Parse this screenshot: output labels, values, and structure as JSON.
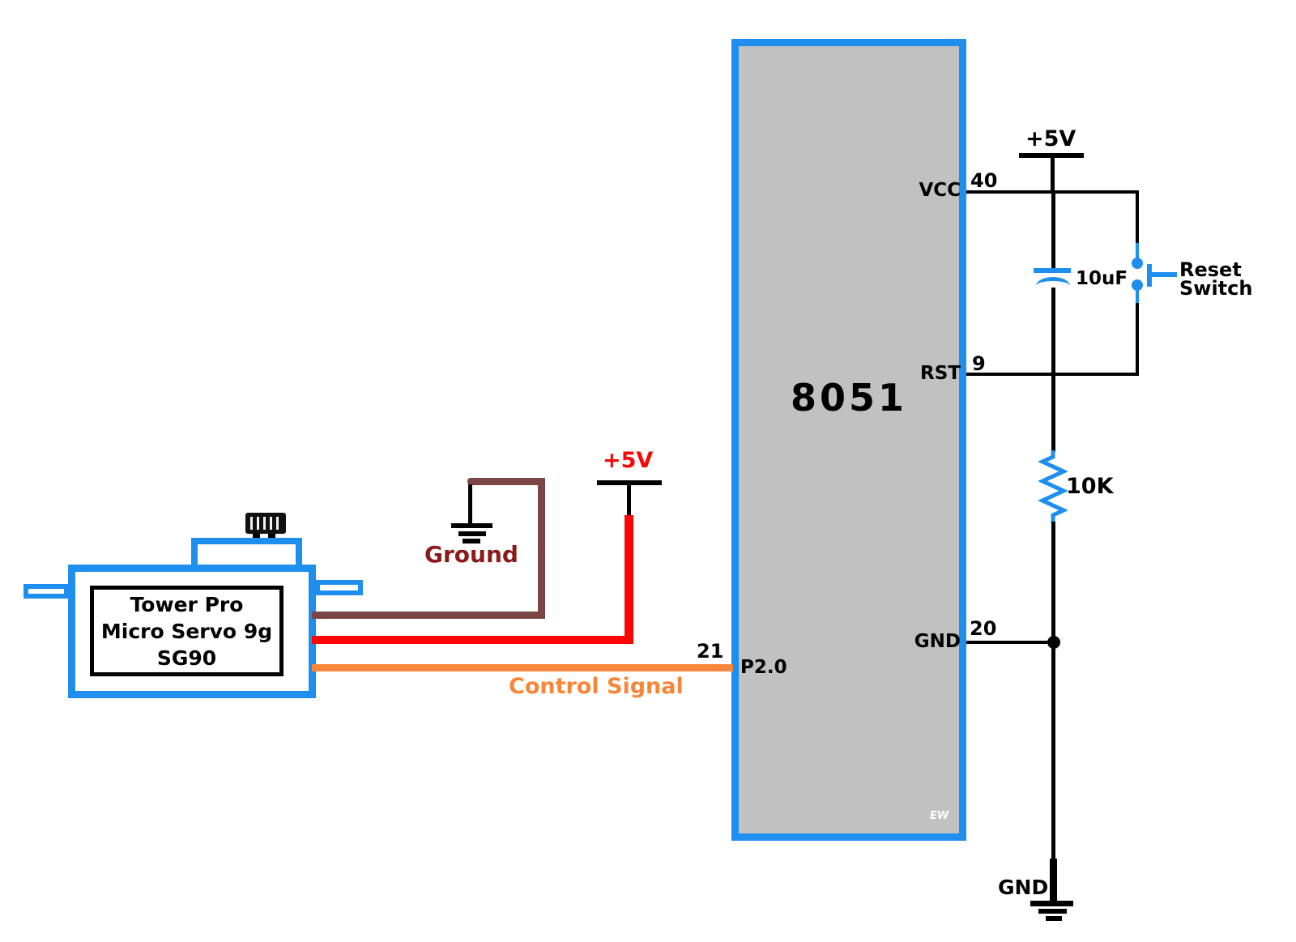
{
  "chip": {
    "label": "8051",
    "watermark": "EW",
    "pins": [
      {
        "name": "VCC",
        "number": "40"
      },
      {
        "name": "RST",
        "number": "9"
      },
      {
        "name": "GND",
        "number": "20"
      },
      {
        "name": "P2.0",
        "number": "21"
      }
    ]
  },
  "servo": {
    "name_line1": "Tower Pro",
    "name_line2": "Micro Servo 9g",
    "name_line3": "SG90"
  },
  "power": {
    "supply_left": "+5V",
    "supply_right": "+5V",
    "ground_left_label": "Ground",
    "ground_bottom_label": "GND"
  },
  "components": {
    "capacitor_value": "10uF",
    "resistor_value": "10K",
    "reset_switch_line1": "Reset",
    "reset_switch_line2": "Switch"
  },
  "signals": {
    "control_signal": "Control Signal"
  },
  "colors": {
    "outline_blue": "#1E8FEF",
    "chip_fill": "#C1C1C1",
    "wire_red": "#FB0505",
    "wire_orange": "#F8863A",
    "wire_brown": "#7B4545",
    "ground_label_red": "#8B1A1A",
    "wire_black": "#000000"
  }
}
